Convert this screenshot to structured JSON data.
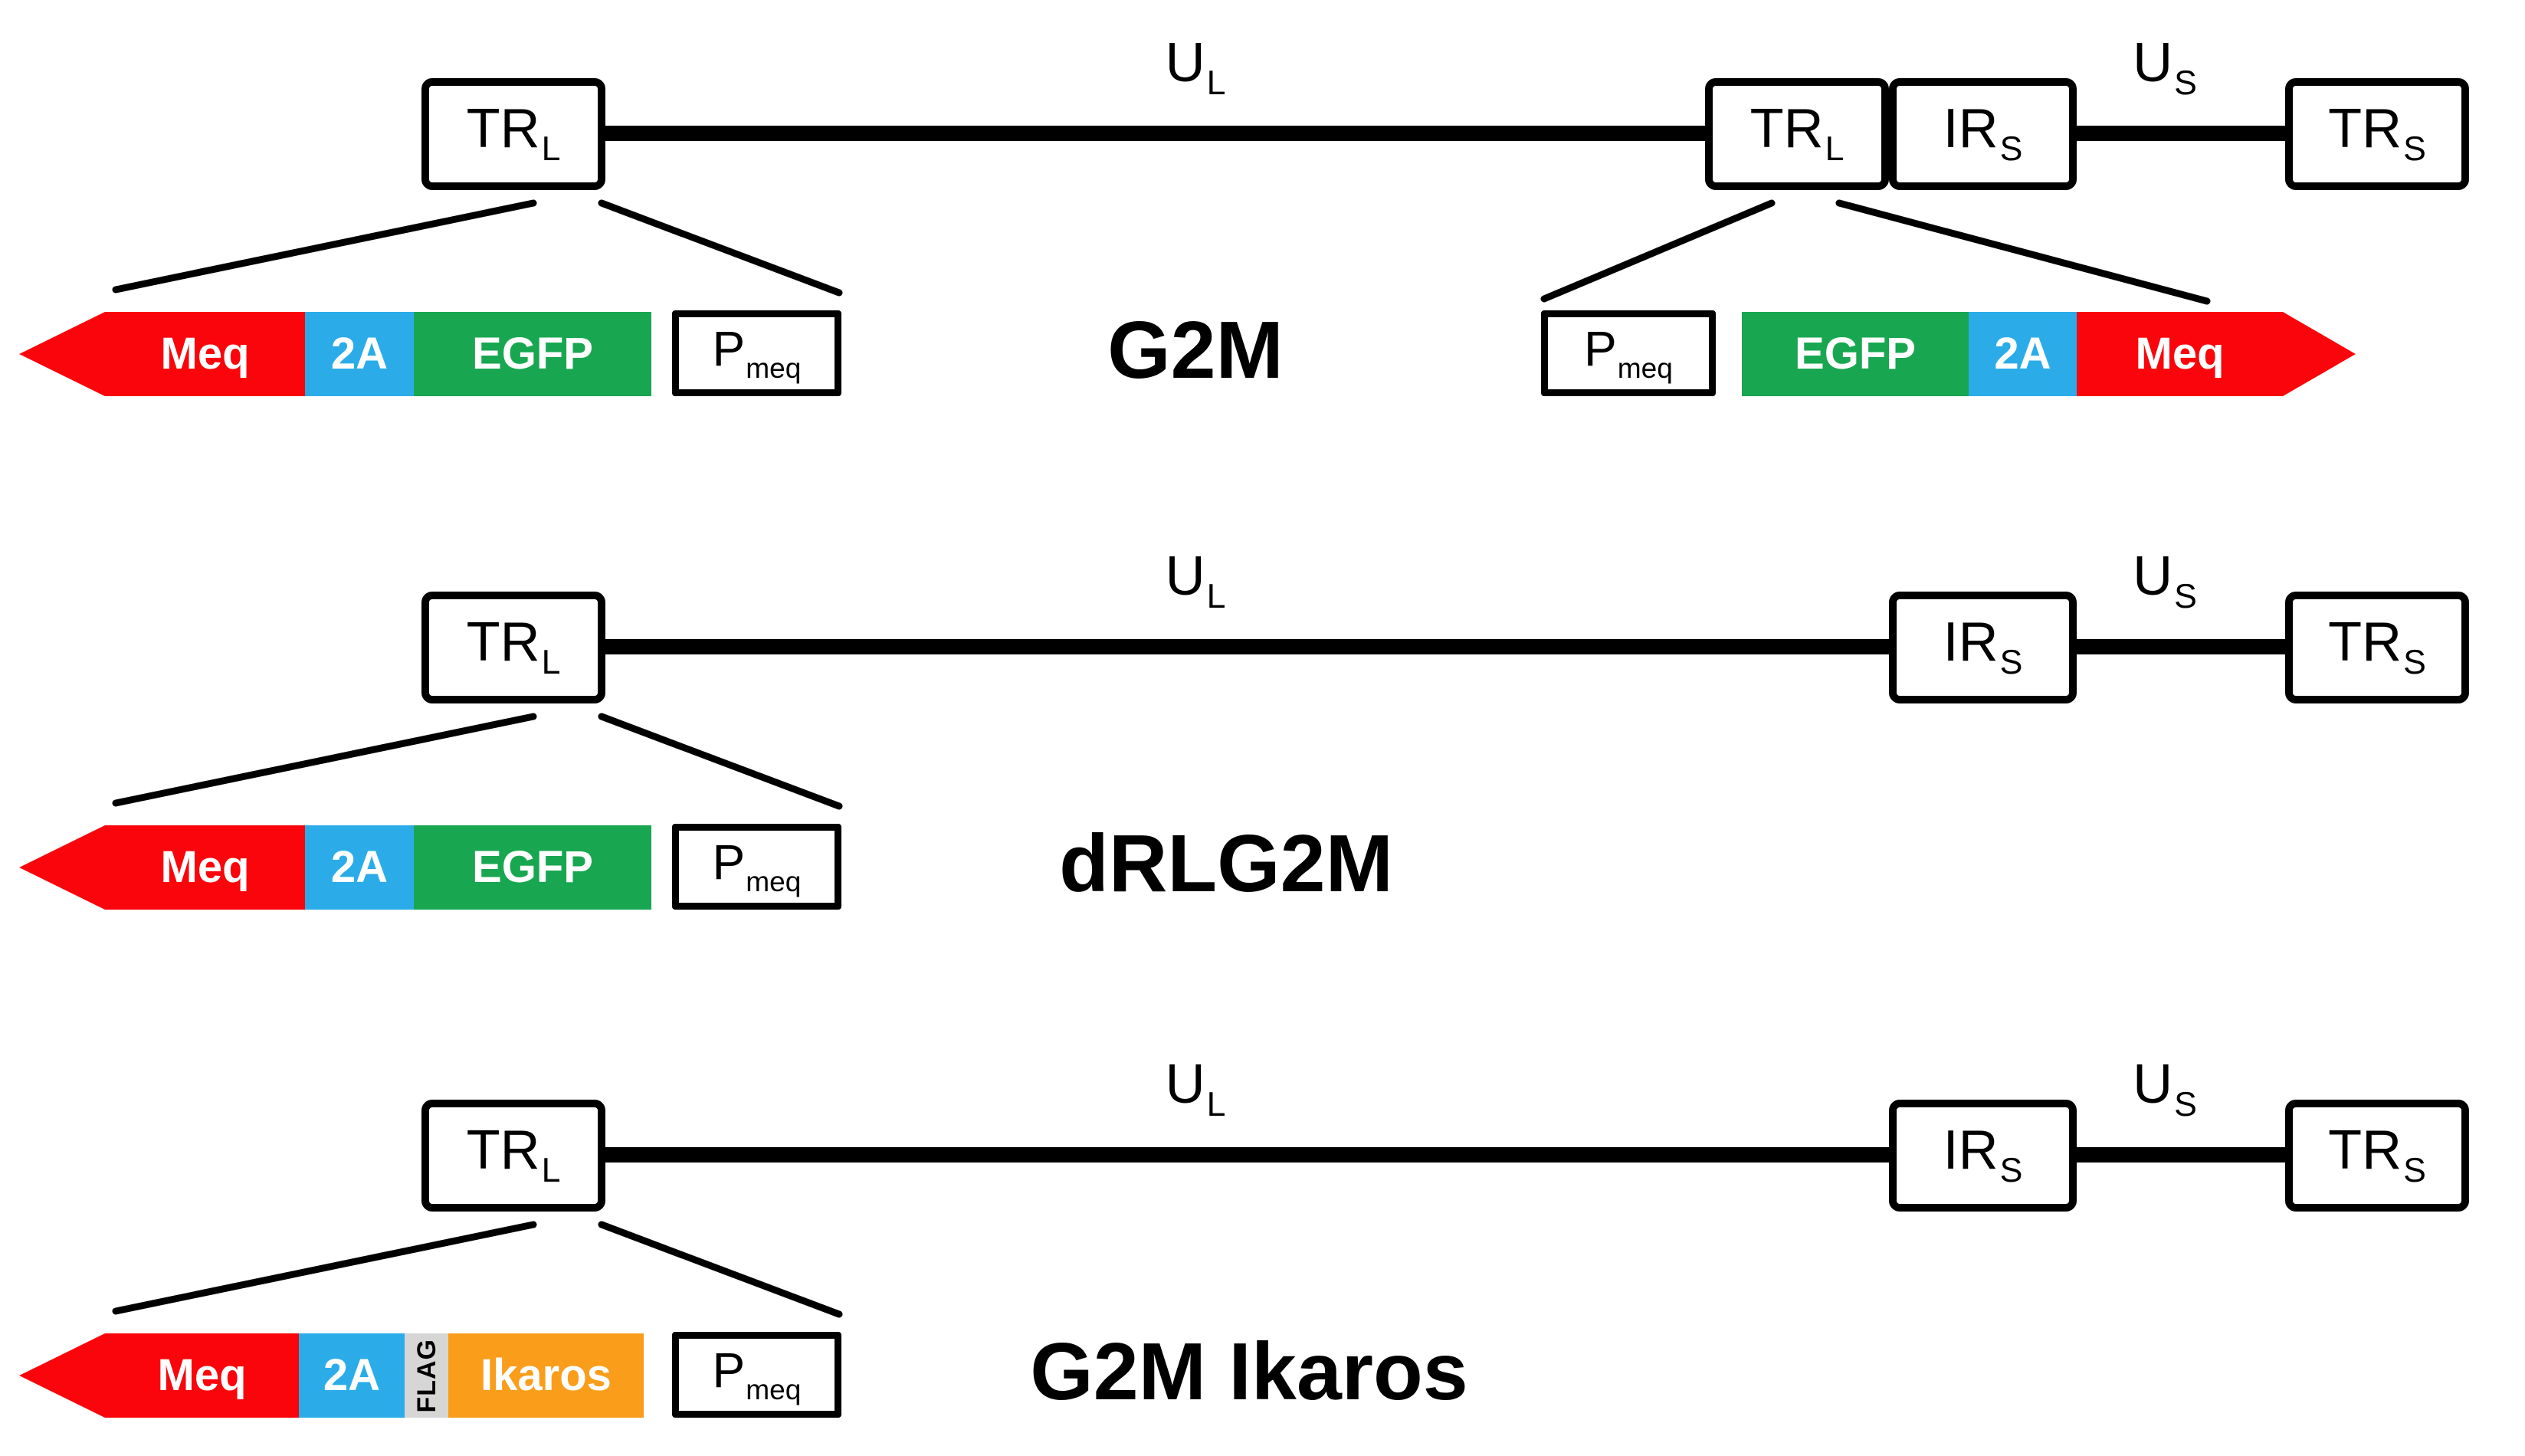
{
  "figure": {
    "labels": {
      "trl": {
        "main": "TR",
        "sub": "L"
      },
      "irs": {
        "main": "IR",
        "sub": "S"
      },
      "trs": {
        "main": "TR",
        "sub": "S"
      },
      "ul": {
        "main": "U",
        "sub": "L"
      },
      "us": {
        "main": "U",
        "sub": "S"
      },
      "pmeq": {
        "main": "P",
        "sub": "meq"
      }
    },
    "colors": {
      "meq": "#FA050B",
      "linker": "#2BACE9",
      "egfp": "#18A750",
      "ikaros": "#F99D1B",
      "flag": "#D6D6D6"
    },
    "rows": [
      {
        "title": "G2M",
        "left_cassette": {
          "gene": "Meq",
          "linker": "2A",
          "insert": "EGFP"
        },
        "right_cassette": {
          "gene": "Meq",
          "linker": "2A",
          "insert": "EGFP"
        }
      },
      {
        "title": "dRLG2M",
        "left_cassette": {
          "gene": "Meq",
          "linker": "2A",
          "insert": "EGFP"
        }
      },
      {
        "title": "G2M Ikaros",
        "left_cassette": {
          "gene": "Meq",
          "linker": "2A",
          "tag": "FLAG",
          "insert": "Ikaros"
        }
      }
    ]
  }
}
